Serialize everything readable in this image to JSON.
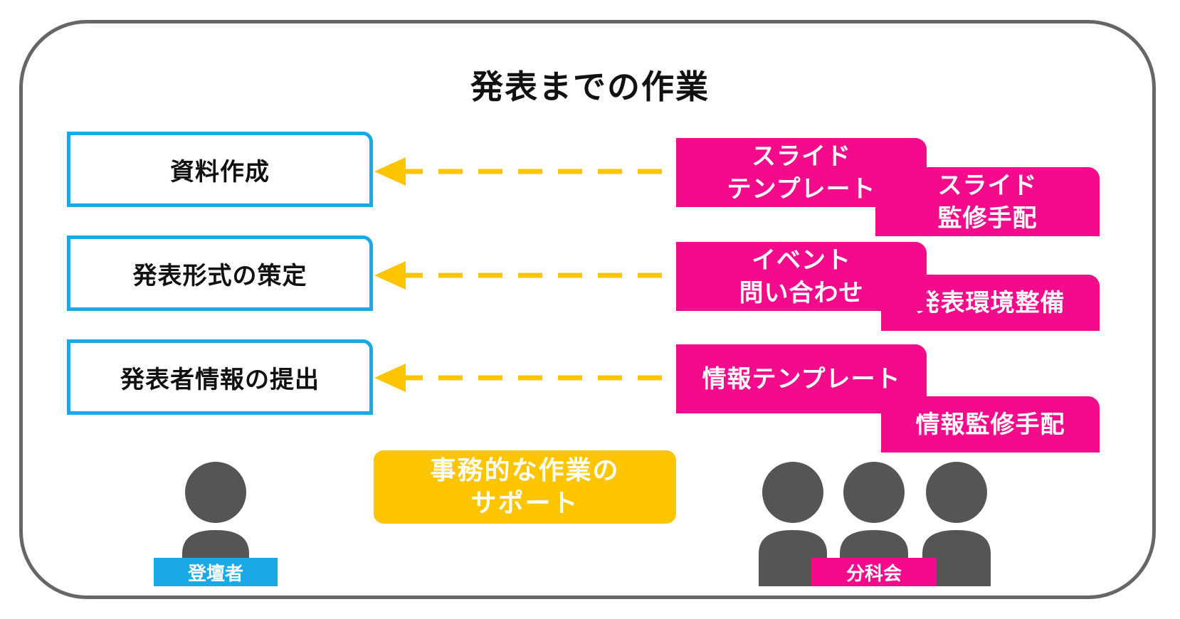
{
  "title": "発表までの作業",
  "tasks": [
    {
      "label": "資料作成"
    },
    {
      "label": "発表形式の策定"
    },
    {
      "label": "発表者情報の提出"
    }
  ],
  "committee_items": [
    {
      "line1": "スライド",
      "line2": "テンプレート"
    },
    {
      "line1": "スライド",
      "line2": "監修手配"
    },
    {
      "line1": "イベント",
      "line2": "問い合わせ"
    },
    {
      "line1": "発表環境整備"
    },
    {
      "line1": "情報テンプレート"
    },
    {
      "line1": "情報監修手配"
    }
  ],
  "support": {
    "line1": "事務的な作業の",
    "line2": "サポート"
  },
  "roles": {
    "speaker": "登壇者",
    "committee": "分科会"
  },
  "colors": {
    "frame": "#666666",
    "task_border": "#1aa9e6",
    "committee_pink": "#f40b8c",
    "arrow_yellow": "#fcc500",
    "support_yellow": "#fcc500",
    "person_gray": "#555555"
  }
}
